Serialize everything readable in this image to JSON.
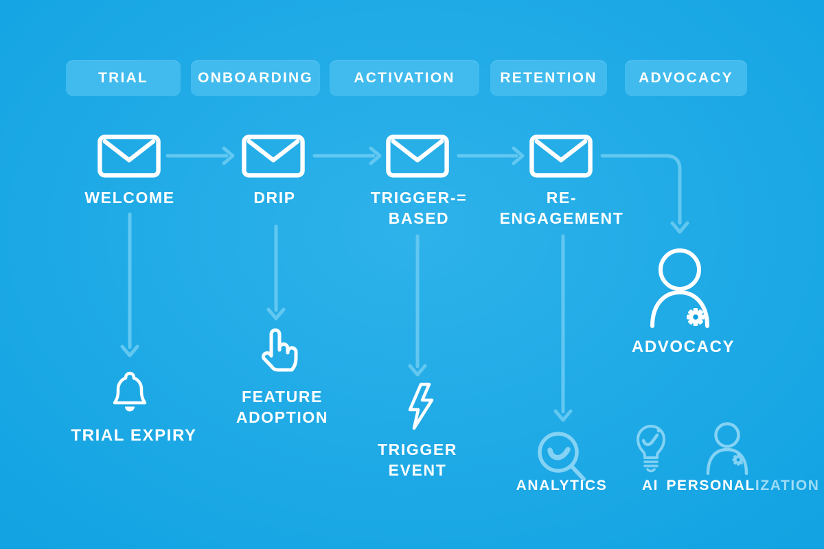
{
  "palette": {
    "background": "#14a4e3",
    "background_center": "#2eb2ea",
    "stage_pill": "#41bbee",
    "arrow": "#62c8f1",
    "icon_white": "#ffffff",
    "icon_pale": "#84d2f4",
    "text_white": "#ffffff",
    "text_pale": "#9edcf6"
  },
  "stages": [
    {
      "label": "TRIAL"
    },
    {
      "label": "ONBOARDING"
    },
    {
      "label": "ACTIVATION"
    },
    {
      "label": "RETENTION"
    },
    {
      "label": "ADVOCACY"
    }
  ],
  "email_nodes": [
    {
      "icon": "envelope-icon",
      "lines": [
        "WELCOME"
      ]
    },
    {
      "icon": "envelope-icon",
      "lines": [
        "DRIP"
      ]
    },
    {
      "icon": "envelope-icon",
      "lines": [
        "TRIGGER-=",
        "BASED"
      ]
    },
    {
      "icon": "envelope-icon",
      "lines": [
        "RE-",
        "ENGAGEMENT"
      ]
    }
  ],
  "outcome_nodes": [
    {
      "icon": "bell-icon",
      "lines": [
        "TRIAL EXPIRY"
      ]
    },
    {
      "icon": "tap-hand-icon",
      "lines": [
        "FEATURE",
        "ADOPTION"
      ]
    },
    {
      "icon": "lightning-bolt-icon",
      "lines": [
        "TRIGGER",
        "EVENT"
      ]
    },
    {
      "icon": "person-gear-icon",
      "lines": [
        "ADVOCACY"
      ]
    },
    {
      "icon": "magnifier-smile-icon",
      "lines": [
        "ANALYTICS"
      ]
    },
    {
      "icon": "lightbulb-check-icon",
      "lines": [
        "AI"
      ]
    },
    {
      "icon": "person-gear-icon",
      "label_primary": "PERSONAL",
      "label_secondary": "IZATION"
    }
  ]
}
